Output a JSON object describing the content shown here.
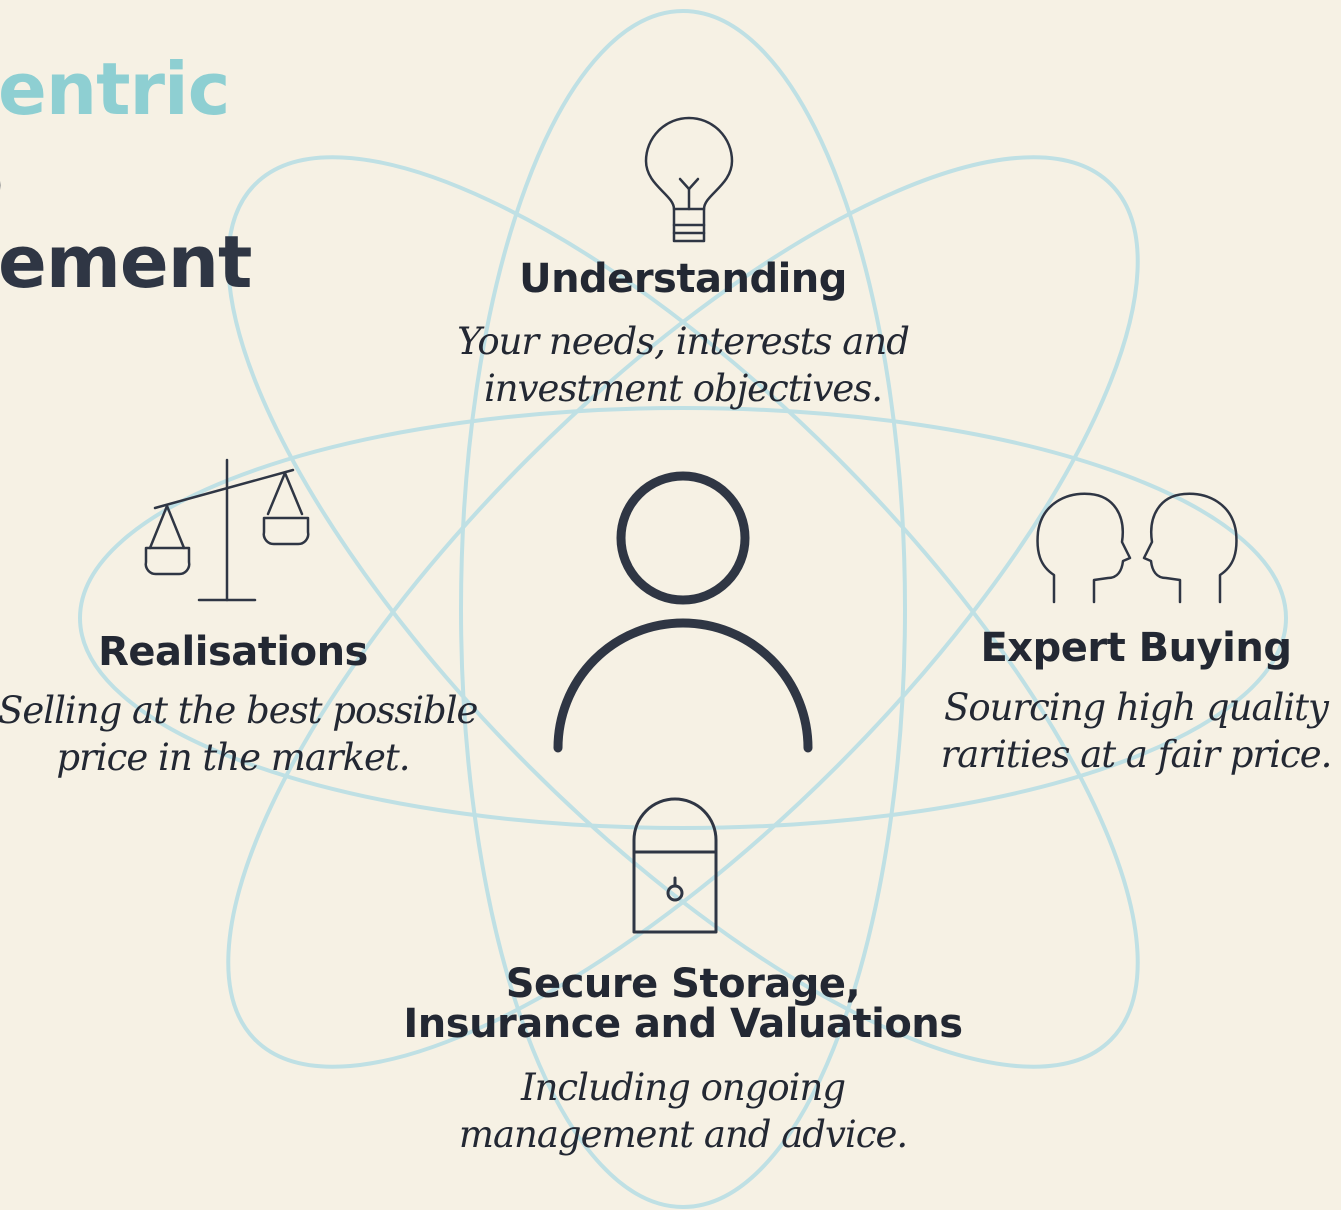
{
  "heading": {
    "line1": "entric",
    "line2": "o",
    "line3": "ement"
  },
  "center": {
    "icon": "person-icon"
  },
  "nodes": {
    "understanding": {
      "icon": "lightbulb-icon",
      "title": "Understanding",
      "desc_line1": "Your needs, interests and",
      "desc_line2": "investment objectives."
    },
    "realisations": {
      "icon": "scales-icon",
      "title": "Realisations",
      "desc_line1": "Selling at the best possible",
      "desc_line2": "price in the market."
    },
    "expert_buying": {
      "icon": "heads-icon",
      "title": "Expert Buying",
      "desc_line1": "Sourcing high quality",
      "desc_line2": "rarities at a fair price."
    },
    "secure_storage": {
      "icon": "safe-icon",
      "title_line1": "Secure Storage,",
      "title_line2": "Insurance and Valuations",
      "desc_line1": "Including ongoing",
      "desc_line2": "management and advice."
    }
  },
  "colors": {
    "background": "#f6f1e4",
    "orbit": "#bfe0e4",
    "accent": "#8ecfd2",
    "text_dark": "#232833",
    "icon_stroke": "#2f3644"
  }
}
